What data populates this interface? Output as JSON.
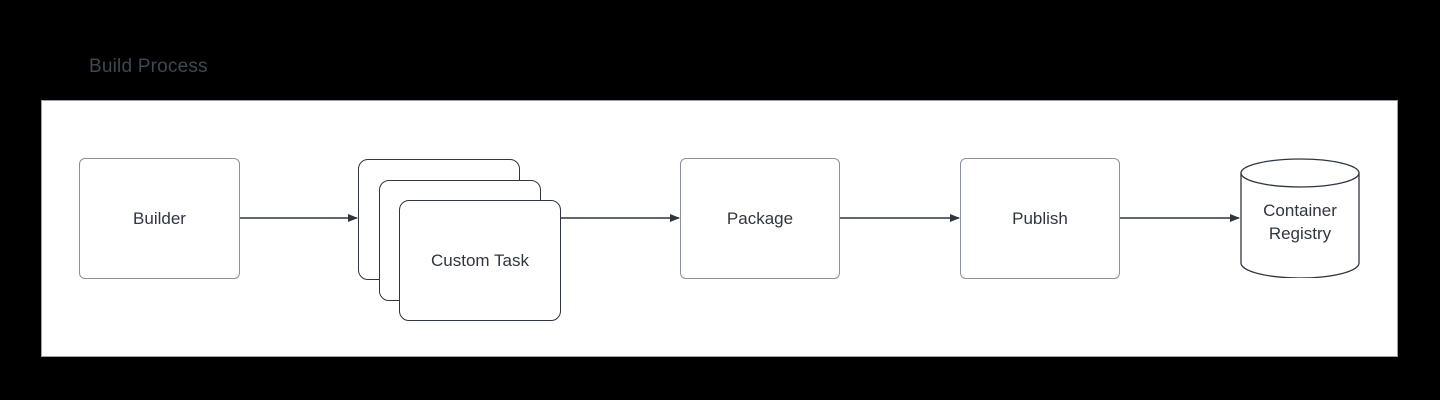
{
  "diagram": {
    "title": "Build Process",
    "background_color": "#000000",
    "panel_color": "#ffffff",
    "title_color": "#3e4754",
    "node_text_color": "#2f3640",
    "box_border_color": "#8a9099",
    "card_border_color": "#2f3640",
    "edge_color": "#2f3640",
    "nodes": [
      {
        "id": "builder",
        "label": "Builder",
        "shape": "rounded-rectangle"
      },
      {
        "id": "custom-task",
        "label": "Custom Task",
        "shape": "stacked-cards",
        "stack_count": 3
      },
      {
        "id": "package",
        "label": "Package",
        "shape": "rounded-rectangle"
      },
      {
        "id": "publish",
        "label": "Publish",
        "shape": "rounded-rectangle"
      },
      {
        "id": "container-registry",
        "label_line1": "Container",
        "label_line2": "Registry",
        "shape": "cylinder"
      }
    ],
    "edges": [
      {
        "from": "Builder",
        "to": "Custom Task",
        "arrow": "single"
      },
      {
        "from": "Custom Task",
        "to": "Package",
        "arrow": "single"
      },
      {
        "from": "Package",
        "to": "Publish",
        "arrow": "single"
      },
      {
        "from": "Publish",
        "to": "Container Registry",
        "arrow": "single"
      }
    ]
  }
}
